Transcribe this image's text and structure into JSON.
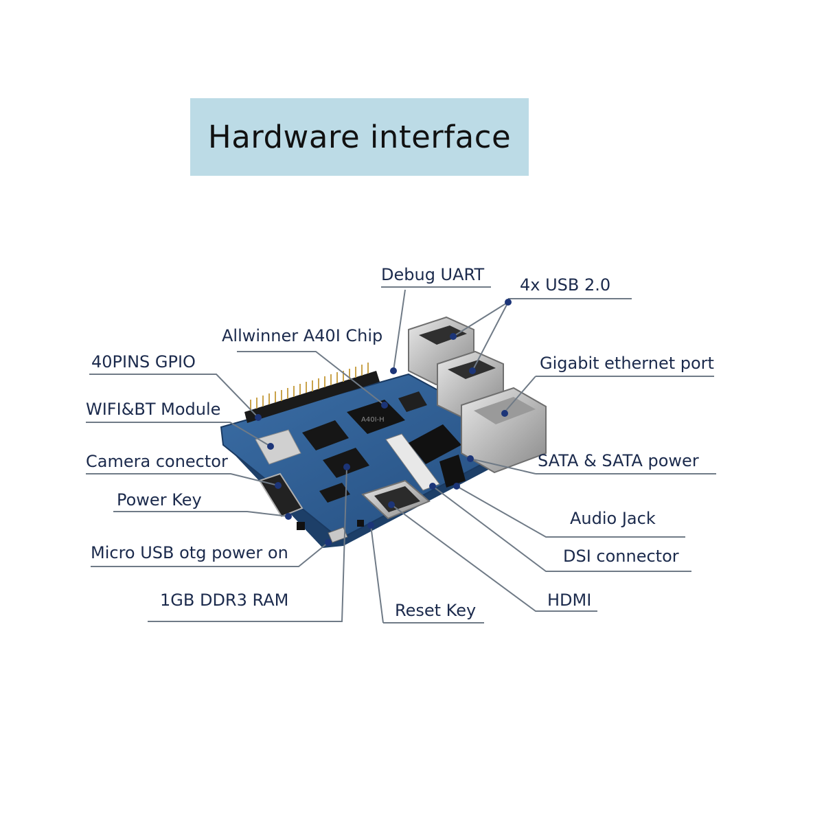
{
  "title": "Hardware interface",
  "colors": {
    "title_background": "#bcdbe6",
    "label_text": "#1b2a4c",
    "leader_line": "#6f7a86",
    "pointer_dot": "#1c3578",
    "pcb": "#2f5f95"
  },
  "labels": {
    "debug_uart": "Debug UART",
    "usb": "4x USB 2.0",
    "allwinner": "Allwinner A40I Chip",
    "gpio": "40PINS GPIO",
    "ethernet": "Gigabit ethernet port",
    "wifi": "WIFI&BT Module",
    "camera": "Camera conector",
    "sata": "SATA & SATA power",
    "power_key": "Power Key",
    "audio": "Audio Jack",
    "micro_usb": "Micro USB otg power on",
    "dsi": "DSI connector",
    "ram": "1GB DDR3 RAM",
    "hdmi": "HDMI",
    "reset_key": "Reset Key"
  },
  "chip_marking": "A40I-H"
}
